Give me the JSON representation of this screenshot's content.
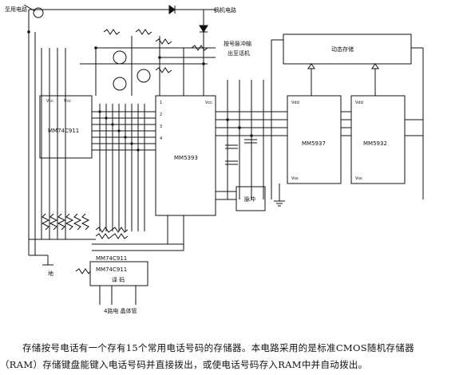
{
  "labels": {
    "top_left": "至用电路",
    "handset": "摘机电路",
    "button_line1": "按号脉冲输",
    "button_line2": "出至话机",
    "mem_block": "动态存储",
    "chip_left": "MM74C911",
    "chip_main": "MM5393",
    "chip_ram1": "MM5937",
    "chip_ram2": "MM5932",
    "bottom_chip_top": "MM74C911",
    "bottom_chip_name": "MM74C911",
    "bottom_chip_sub": "译 码",
    "osc_box": "脉冲",
    "bottom_note": "4路电 晶体管",
    "ground_left": "地"
  },
  "caption": {
    "line1": "存储按号电话有一个存有15个常用电话号码的存储器。本电路采用的是标准CMOS随机存储器",
    "line2": "（RAM）存储键盘能键入电话号码并直接拨出，或使电话号码存入RAM中并自动拨出。"
  }
}
